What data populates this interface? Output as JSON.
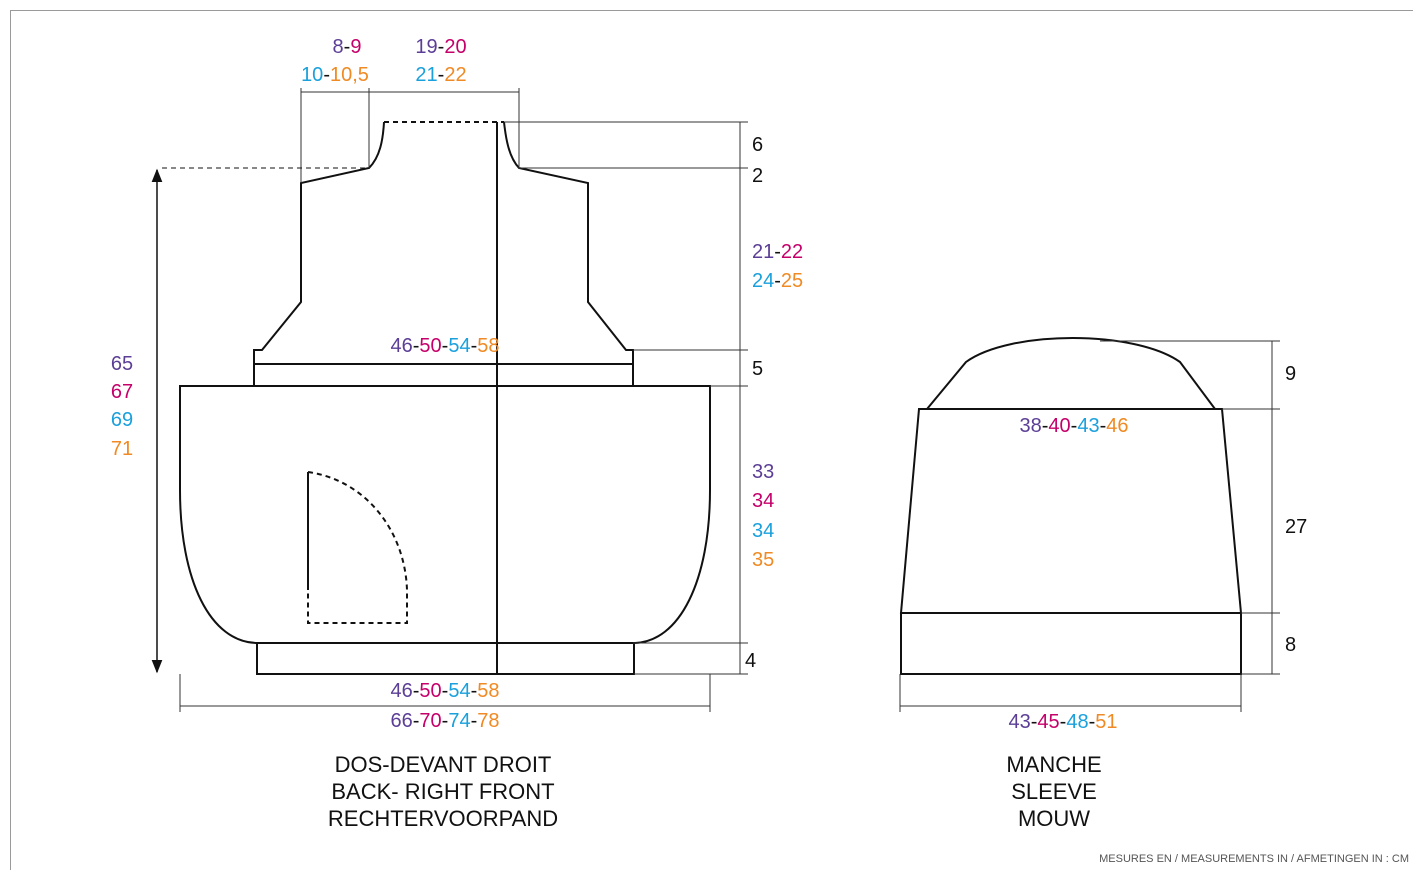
{
  "colors": {
    "size1": "#5b3e96",
    "size2": "#c5006a",
    "size3": "#1aa0dc",
    "size4": "#f08a24",
    "plain": "#111111"
  },
  "body_piece": {
    "neck_width": [
      "8",
      "9",
      "10",
      "10,5"
    ],
    "shoulder_width": [
      "19",
      "20",
      "21",
      "22"
    ],
    "neck_height": "6",
    "shoulder_drop": "2",
    "armhole_height": [
      "21",
      "22",
      "24",
      "25"
    ],
    "yoke_width": [
      "46",
      "50",
      "54",
      "58"
    ],
    "yoke_band": "5",
    "total_length": [
      "65",
      "67",
      "69",
      "71"
    ],
    "body_height": [
      "33",
      "34",
      "34",
      "35"
    ],
    "hem_band": "4",
    "hem_width": [
      "46",
      "50",
      "54",
      "58"
    ],
    "full_width": [
      "66",
      "70",
      "74",
      "78"
    ],
    "title": [
      "DOS-DEVANT DROIT",
      "BACK- RIGHT FRONT",
      "RECHTERVOORPAND"
    ]
  },
  "sleeve_piece": {
    "cap_height": "9",
    "cap_width": [
      "38",
      "40",
      "43",
      "46"
    ],
    "sleeve_height": "27",
    "cuff_height": "8",
    "bottom_width": [
      "43",
      "45",
      "48",
      "51"
    ],
    "title": [
      "MANCHE",
      "SLEEVE",
      "MOUW"
    ]
  },
  "footer": "MESURES EN / MEASUREMENTS IN / AFMETINGEN IN  : CM"
}
